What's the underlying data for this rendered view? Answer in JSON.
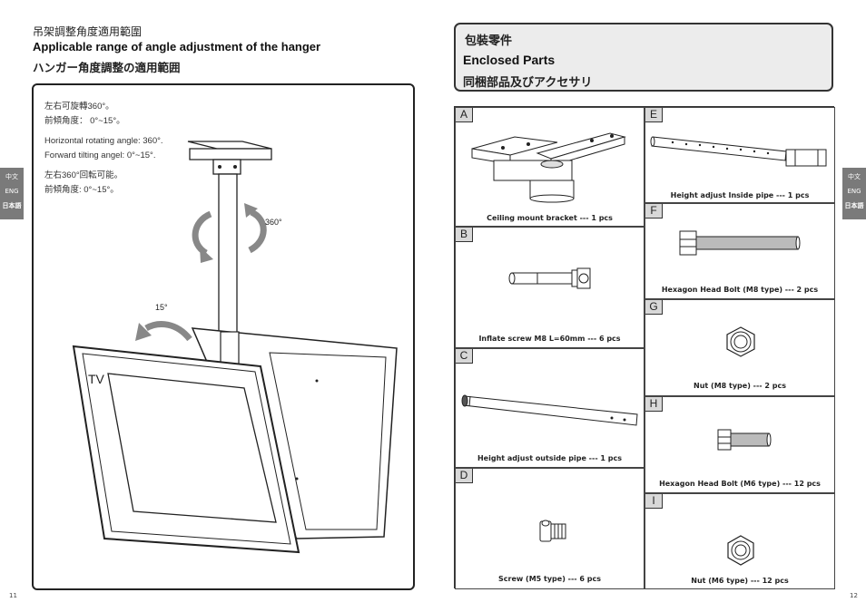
{
  "left_page": {
    "title_zh": "吊架調整角度適用範圍",
    "title_en": "Applicable range of angle adjustment of the hanger",
    "title_ja": "ハンガー角度調整の適用範囲",
    "notes": {
      "zh_1": "左右可旋轉360°。",
      "zh_2": "前傾角度： 0°~15°。",
      "en_1": "Horizontal rotating angle: 360°.",
      "en_2": "Forward tilting angel: 0°~15°.",
      "ja_1": "左右360°回転可能。",
      "ja_2": "前傾角度: 0°~15°。"
    },
    "label_360": "360°",
    "label_15": "15°",
    "tv_label": "TV",
    "page_number": "11"
  },
  "side_tabs": {
    "zh": "中文",
    "en": "ENG",
    "ja": "日本語"
  },
  "right_page": {
    "title_zh": "包裝零件",
    "title_en": "Enclosed Parts",
    "title_ja": "同梱部品及びアクセサリ",
    "page_number": "12",
    "parts": {
      "A": {
        "letter": "A",
        "caption": "Ceiling mount bracket --- 1 pcs"
      },
      "B": {
        "letter": "B",
        "caption": "Inflate screw M8  L=60mm --- 6 pcs"
      },
      "C": {
        "letter": "C",
        "caption": "Height adjust  outside pipe --- 1 pcs"
      },
      "D": {
        "letter": "D",
        "caption": "Screw (M5 type) --- 6 pcs"
      },
      "E": {
        "letter": "E",
        "caption": "Height adjust Inside pipe --- 1 pcs"
      },
      "F": {
        "letter": "F",
        "caption": "Hexagon Head Bolt (M8 type) --- 2 pcs"
      },
      "G": {
        "letter": "G",
        "caption": "Nut (M8 type) --- 2 pcs"
      },
      "H": {
        "letter": "H",
        "caption": "Hexagon Head Bolt (M6 type) --- 12 pcs"
      },
      "I": {
        "letter": "I",
        "caption": "Nut (M6 type) --- 12 pcs"
      }
    }
  }
}
